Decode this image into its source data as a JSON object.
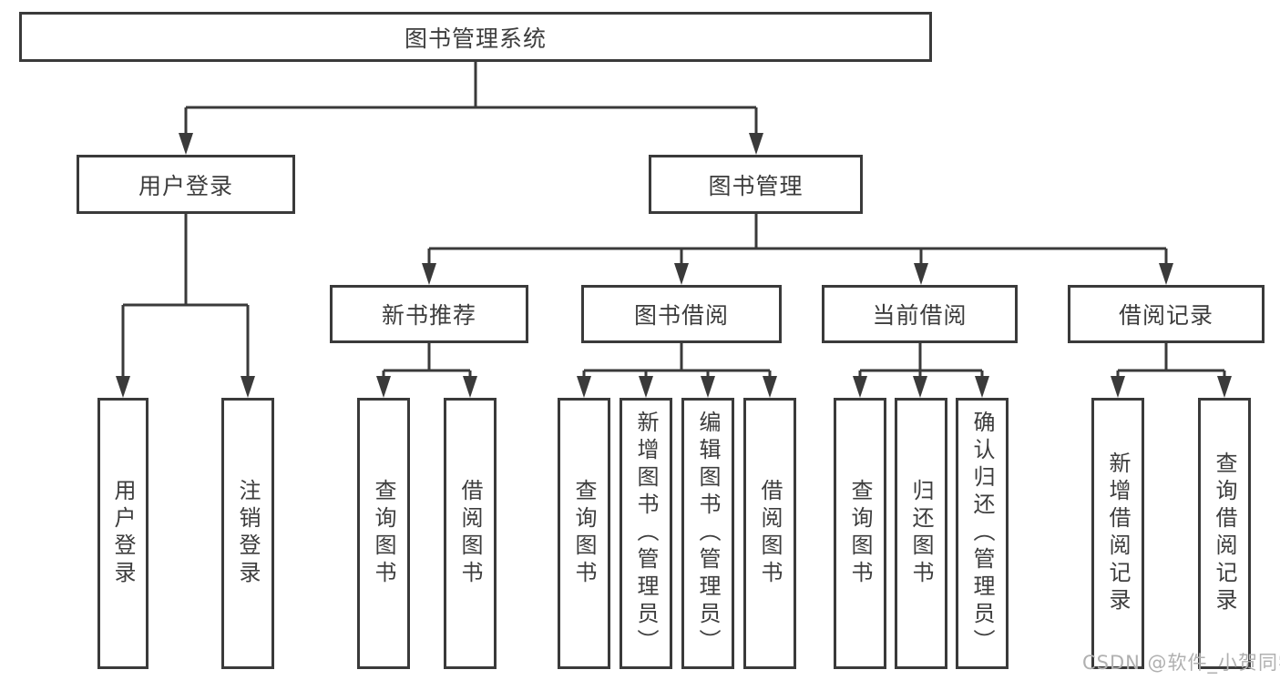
{
  "diagram": {
    "type": "tree",
    "title": "图书管理系统",
    "nodes": {
      "root": {
        "label": "图书管理系统"
      },
      "user_login": {
        "label": "用户登录"
      },
      "book_mgmt": {
        "label": "图书管理"
      },
      "user_login_leaf": {
        "label": "用户登录"
      },
      "logout_leaf": {
        "label": "注销登录"
      },
      "new_book_rec": {
        "label": "新书推荐"
      },
      "book_borrow": {
        "label": "图书借阅"
      },
      "current_borrow": {
        "label": "当前借阅"
      },
      "borrow_records": {
        "label": "借阅记录"
      },
      "nb_query": {
        "label": "查询图书"
      },
      "nb_borrow": {
        "label": "借阅图书"
      },
      "bb_query": {
        "label": "查询图书"
      },
      "bb_add": {
        "label": "新增图书（管理员）"
      },
      "bb_edit": {
        "label": "编辑图书（管理员）"
      },
      "bb_borrow": {
        "label": "借阅图书"
      },
      "cb_query": {
        "label": "查询图书"
      },
      "cb_return": {
        "label": "归还图书"
      },
      "cb_confirm": {
        "label": "确认归还（管理员）"
      },
      "br_add": {
        "label": "新增借阅记录"
      },
      "br_query": {
        "label": "查询借阅记录"
      }
    },
    "hierarchy": {
      "label": "图书管理系统",
      "children": [
        {
          "label": "用户登录",
          "children": [
            {
              "label": "用户登录"
            },
            {
              "label": "注销登录"
            }
          ]
        },
        {
          "label": "图书管理",
          "children": [
            {
              "label": "新书推荐",
              "children": [
                {
                  "label": "查询图书"
                },
                {
                  "label": "借阅图书"
                }
              ]
            },
            {
              "label": "图书借阅",
              "children": [
                {
                  "label": "查询图书"
                },
                {
                  "label": "新增图书（管理员）"
                },
                {
                  "label": "编辑图书（管理员）"
                },
                {
                  "label": "借阅图书"
                }
              ]
            },
            {
              "label": "当前借阅",
              "children": [
                {
                  "label": "查询图书"
                },
                {
                  "label": "归还图书"
                },
                {
                  "label": "确认归还（管理员）"
                }
              ]
            },
            {
              "label": "借阅记录",
              "children": [
                {
                  "label": "新增借阅记录"
                },
                {
                  "label": "查询借阅记录"
                }
              ]
            }
          ]
        }
      ]
    }
  },
  "watermark": {
    "text": "CSDN @软件_小贺同学"
  },
  "colors": {
    "line": "#3a3a3a",
    "border": "#3a3a3a",
    "text": "#3d3d3d",
    "watermark": "#b0b0b0",
    "background": "#ffffff"
  }
}
